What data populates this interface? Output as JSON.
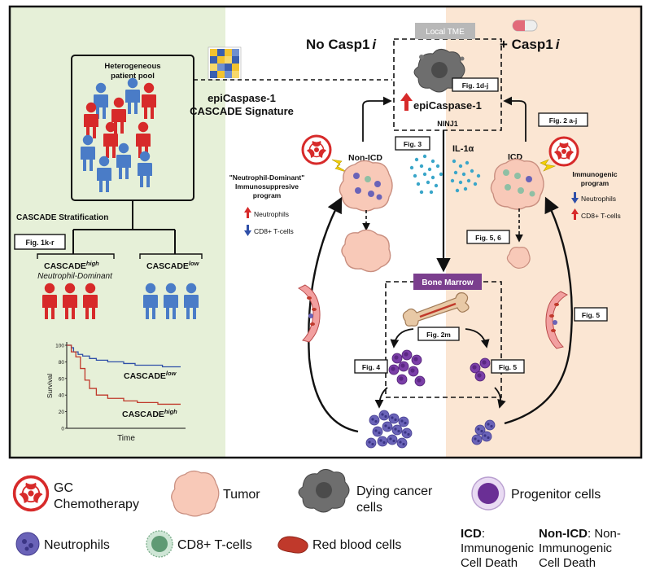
{
  "header": {
    "no_casp": "No Casp1",
    "no_casp_i": "i",
    "plus_casp": "+ Casp1",
    "plus_casp_i": "i"
  },
  "left_panel": {
    "patient_pool": [
      "Heterogeneous",
      "patient pool"
    ],
    "signature": [
      "epiCaspase-1",
      "CASCADE Signature"
    ],
    "stratification": "CASCADE Stratification",
    "fig_ref": "Fig. 1k-r",
    "high_label": "CASCADE",
    "high_sup": "high",
    "high_sub": "Neutrophil-Dominant",
    "low_label": "CASCADE",
    "low_sup": "low"
  },
  "survival_plot": {
    "ylabel": "Survival",
    "xlabel": "Time",
    "low_label": "CASCADE",
    "low_sup": "low",
    "high_label": "CASCADE",
    "high_sup": "high"
  },
  "chart_data": {
    "type": "line",
    "xlabel": "Time",
    "ylabel": "Survival",
    "ylim": [
      0,
      100
    ],
    "y_ticks": [
      "100",
      "80",
      "60",
      "40",
      "20",
      "0"
    ],
    "series": [
      {
        "name": "CASCADE low",
        "color": "#2f4fa8",
        "x": [
          0,
          4,
          6,
          10,
          14,
          20,
          26,
          36,
          50,
          60,
          84,
          100
        ],
        "values": [
          100,
          97,
          92,
          89,
          87,
          84,
          82,
          80,
          78,
          76,
          74,
          74
        ]
      },
      {
        "name": "CASCADE high",
        "color": "#c0392b",
        "x": [
          0,
          4,
          8,
          12,
          16,
          20,
          26,
          36,
          50,
          62,
          80,
          100
        ],
        "values": [
          100,
          92,
          86,
          72,
          58,
          48,
          40,
          36,
          33,
          31,
          29,
          29
        ]
      }
    ]
  },
  "tme": {
    "title": "Local TME",
    "fig": "Fig. 1d-j",
    "epi": "epiCaspase-1",
    "ninj": "NINJ1",
    "fig3": "Fig. 3",
    "il1a": "IL-1α"
  },
  "non_icd": {
    "label": "Non-ICD",
    "program": [
      "\"Neutrophil-Dominant\"",
      "Immunosuppresive",
      "program"
    ],
    "neut": "Neutrophils",
    "cd8": "CD8+ T-cells",
    "fig4": "Fig. 4"
  },
  "icd": {
    "label": "ICD",
    "fig2": "Fig. 2 a-j",
    "program": [
      "Immunogenic",
      "program"
    ],
    "neut": "Neutrophils",
    "cd8": "CD8+ T-cells",
    "fig56": "Fig. 5, 6",
    "fig5a": "Fig. 5",
    "fig5b": "Fig. 5"
  },
  "bone_marrow": {
    "title": "Bone Marrow",
    "fig": "Fig. 2m"
  },
  "legend": {
    "chemo": [
      "GC",
      "Chemotherapy"
    ],
    "tumor": "Tumor",
    "dying": [
      "Dying cancer",
      "cells"
    ],
    "progenitor": "Progenitor cells",
    "neutrophils": "Neutrophils",
    "cd8": "CD8+ T-cells",
    "rbc": "Red blood cells",
    "icd_abbr": "ICD",
    "icd_def": [
      ":",
      "Immunogenic",
      "Cell Death"
    ],
    "nonicd_abbr": "Non-ICD",
    "nonicd_def": [
      ": Non-",
      "Immunogenic",
      "Cell Death"
    ]
  },
  "colors": {
    "left_bg": "#e6f0d8",
    "right_bg": "#fbe6d3",
    "red": "#d72a2a",
    "blue": "#4a7cc7",
    "purple": "#7b3fa8"
  }
}
